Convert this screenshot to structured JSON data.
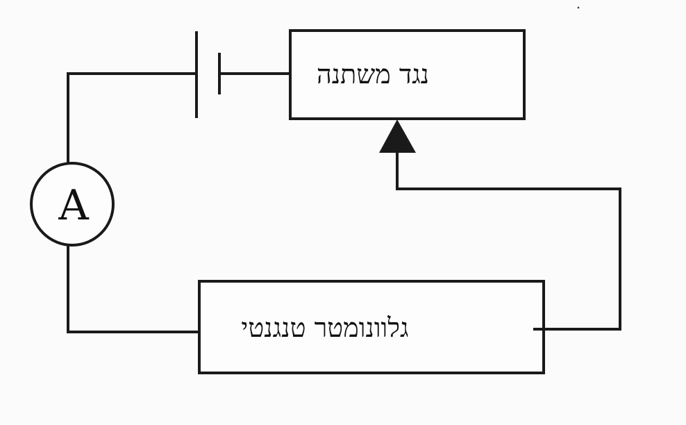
{
  "diagram": {
    "resistor_label": "נגד משתנה",
    "galvanometer_label": "גלוונומטר טנגנטי",
    "ammeter_symbol": "A",
    "colors": {
      "ink": "#1a1a1a",
      "background": "#fbfbfb"
    }
  }
}
